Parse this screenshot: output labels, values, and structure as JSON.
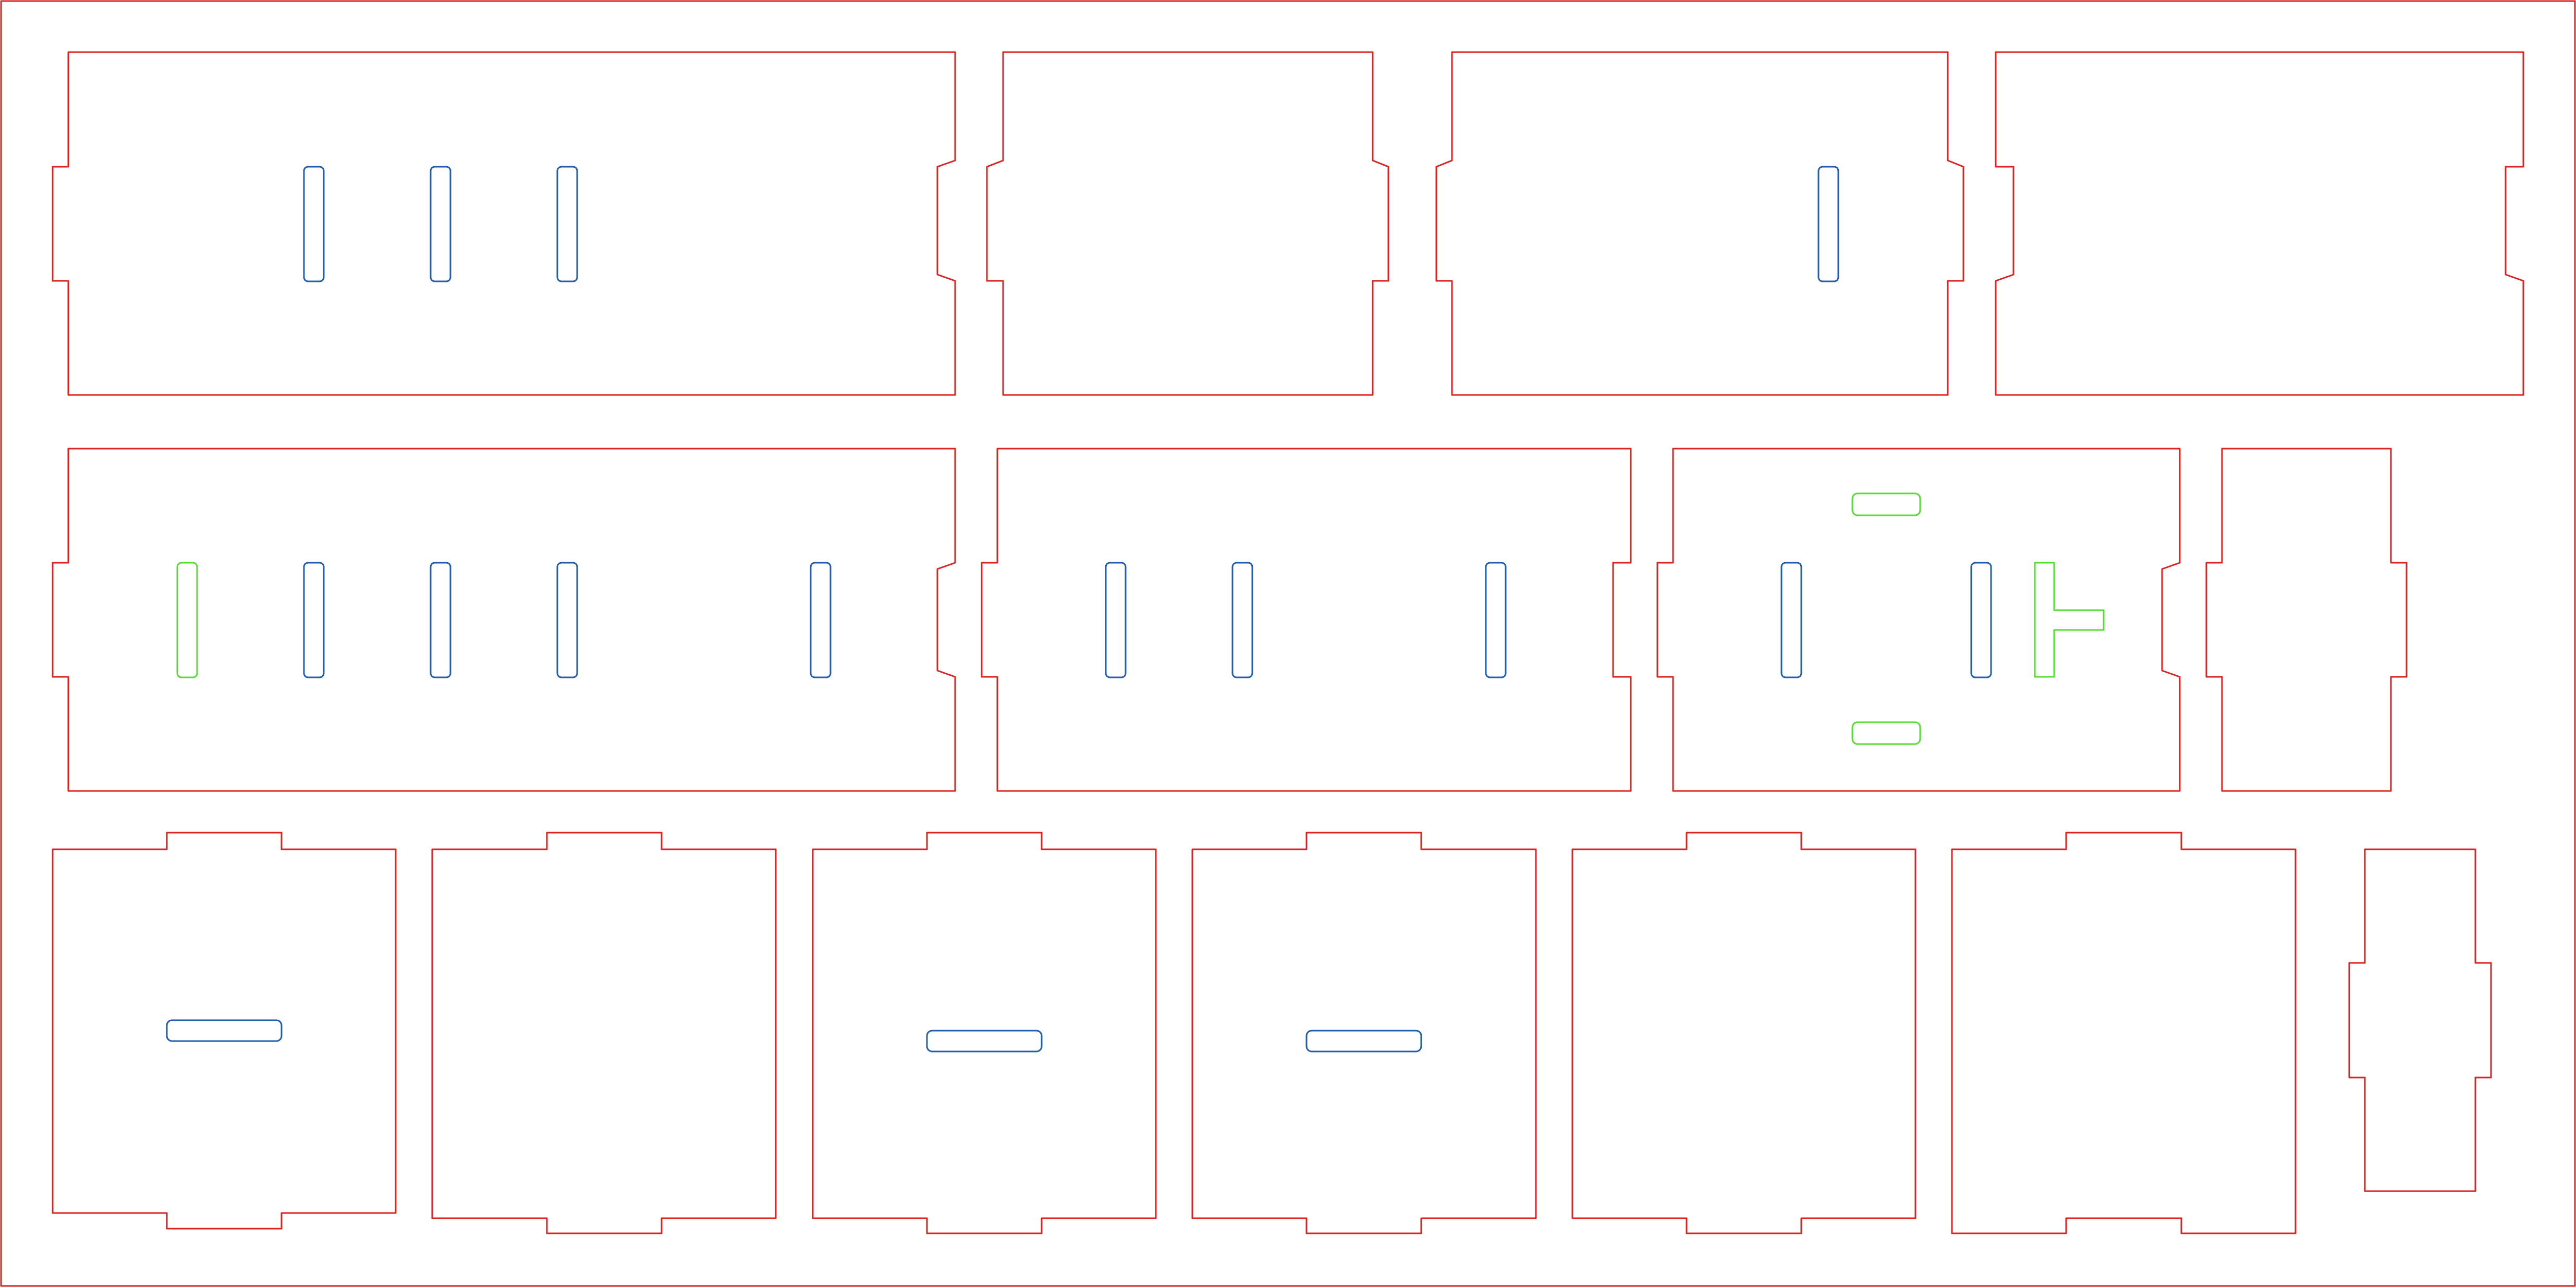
{
  "colors": {
    "background": "#ffffff",
    "outer_cut": "#dd2222",
    "inner_slot": "#1f5fae",
    "alt_slot": "#55dd33"
  },
  "sheet": {
    "line_types": [
      {
        "name": "outer-cut",
        "color_key": "outer_cut"
      },
      {
        "name": "inner-slot",
        "color_key": "inner_slot"
      },
      {
        "name": "alt-slot",
        "color_key": "alt_slot"
      }
    ]
  }
}
